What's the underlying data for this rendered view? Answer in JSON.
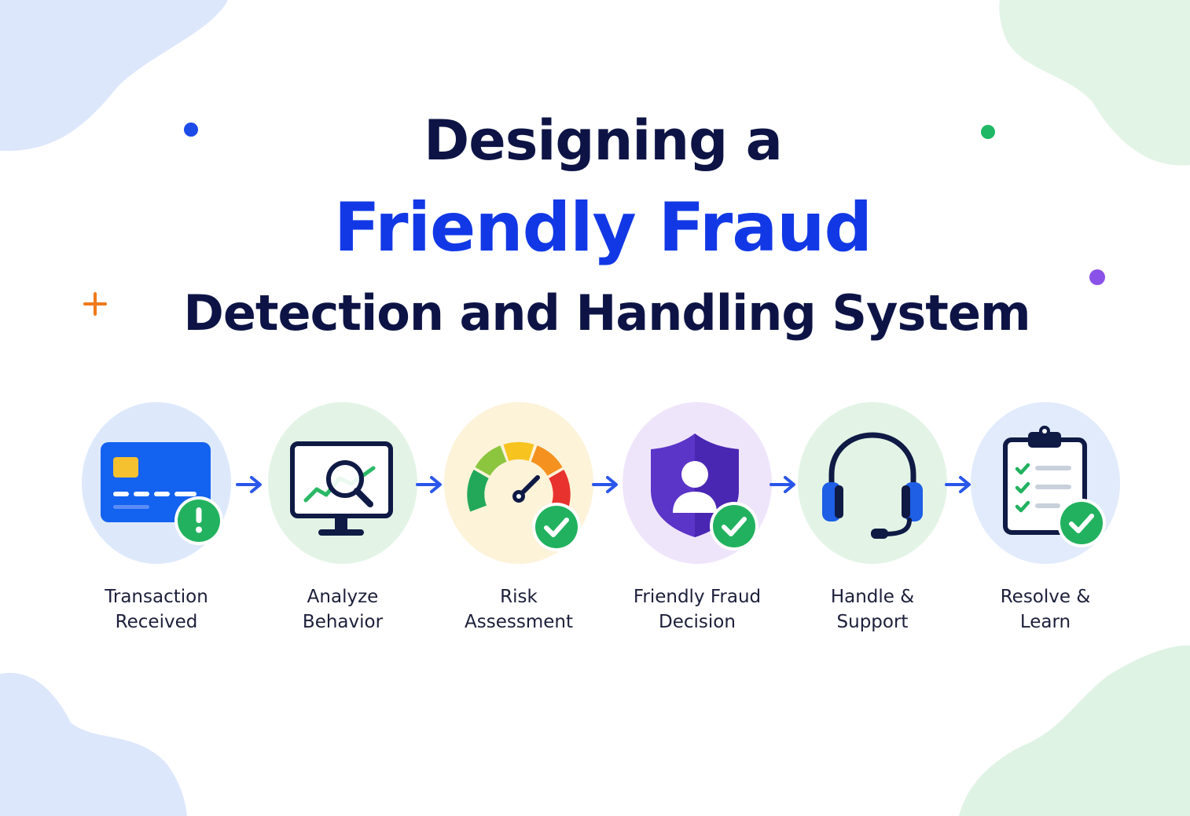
{
  "title": {
    "line1": "Designing a",
    "line2": "Friendly Fraud",
    "line3": "Detection and Handling System"
  },
  "colors": {
    "dark_navy": "#0d1445",
    "accent_blue": "#1238e6",
    "check_green": "#22b25f",
    "blob_blue": "#dde7fb",
    "blob_green": "#dff3e5"
  },
  "steps": [
    {
      "icon": "credit-card-alert-icon",
      "badge": "exclamation-badge-icon",
      "label_line1": "Transaction",
      "label_line2": "Received",
      "circle_color": "#dde9fb"
    },
    {
      "icon": "monitor-magnifier-icon",
      "badge": "",
      "label_line1": "Analyze",
      "label_line2": "Behavior",
      "circle_color": "#e3f4e6"
    },
    {
      "icon": "risk-gauge-icon",
      "badge": "check-badge-icon",
      "label_line1": "Risk",
      "label_line2": "Assessment",
      "circle_color": "#fdf3d9"
    },
    {
      "icon": "shield-user-icon",
      "badge": "check-badge-icon",
      "label_line1": "Friendly Fraud",
      "label_line2": "Decision",
      "circle_color": "#efe5fb"
    },
    {
      "icon": "headset-icon",
      "badge": "",
      "label_line1": "Handle &",
      "label_line2": "Support",
      "circle_color": "#e3f4e6"
    },
    {
      "icon": "clipboard-checklist-icon",
      "badge": "check-badge-icon",
      "label_line1": "Resolve &",
      "label_line2": "Learn",
      "circle_color": "#e1ebfb"
    }
  ]
}
